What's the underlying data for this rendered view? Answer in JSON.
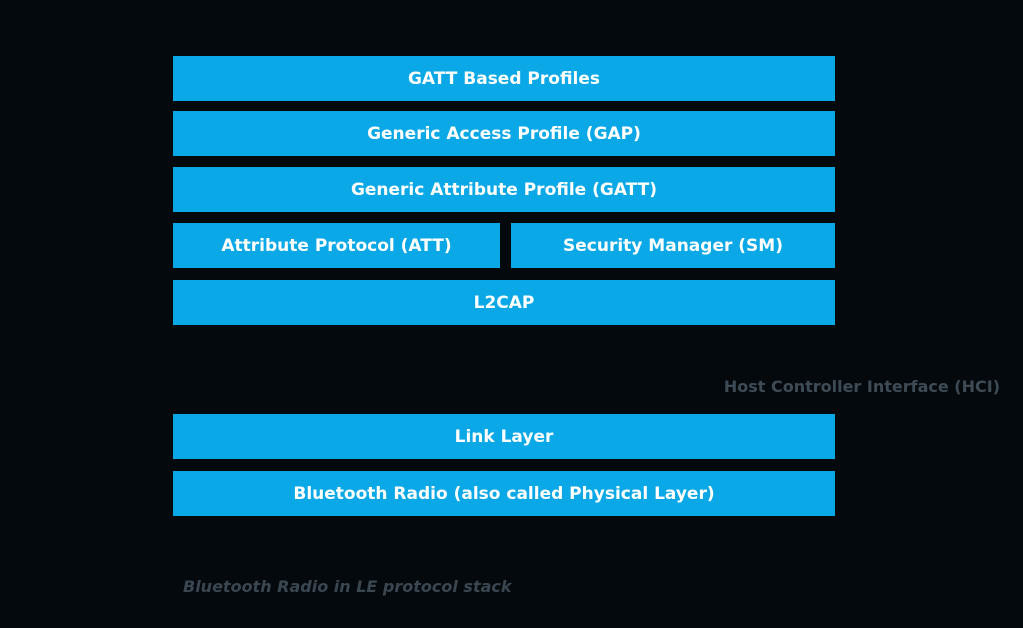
{
  "diagram": {
    "host_layers": {
      "gatt_profiles": "GATT Based Profiles",
      "gap": "Generic Access Profile (GAP)",
      "gatt": "Generic Attribute Profile (GATT)",
      "att": "Attribute Protocol (ATT)",
      "sm": "Security Manager (SM)",
      "l2cap": "L2CAP"
    },
    "interface_label": "Host Controller Interface (HCI)",
    "controller_layers": {
      "link_layer": "Link Layer",
      "radio": "Bluetooth Radio (also called Physical Layer)"
    },
    "caption": "Bluetooth Radio in LE protocol stack"
  },
  "colors": {
    "background": "#04090e",
    "block": "#0aa8e6",
    "block_text": "#ffffff",
    "muted_text": "#3e4b55"
  }
}
